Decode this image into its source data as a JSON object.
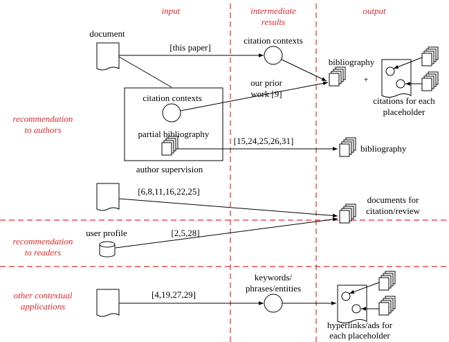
{
  "columns": {
    "input": "input",
    "intermediate_line1": "intermediate",
    "intermediate_line2": "results",
    "output": "output"
  },
  "rows": {
    "authors_line1": "recommendation",
    "authors_line2": "to authors",
    "readers_line1": "recommendation",
    "readers_line2": "to readers",
    "other_line1": "other contextual",
    "other_line2": "applications"
  },
  "labels": {
    "document": "document",
    "this_paper": "[this paper]",
    "citation_contexts_top": "citation contexts",
    "bibliography_top": "bibliography",
    "plus": "+",
    "citations_line1": "citations for each",
    "citations_line2": "placeholder",
    "prior_line1": "our prior",
    "prior_line2": "work [9]",
    "citation_contexts_box": "citation contexts",
    "partial_bibliography": "partial bibliography",
    "author_supervision": "author supervision",
    "refs_partial": "[15,24,25,26,31]",
    "bibliography_right": "bibliography",
    "refs_doc": "[6,8,11,16,22,25]",
    "documents_line1": "documents for",
    "documents_line2": "citation/review",
    "user_profile": "user profile",
    "refs_profile": "[2,5,28]",
    "refs_other": "[4,19,27,29]",
    "keywords_line1": "keywords/",
    "keywords_line2": "phrases/entities",
    "hyperlinks_line1": "hyperlinks/ads for",
    "hyperlinks_line2": "each placeholder"
  },
  "colors": {
    "accent": "#e8282b",
    "ink": "#000000"
  }
}
